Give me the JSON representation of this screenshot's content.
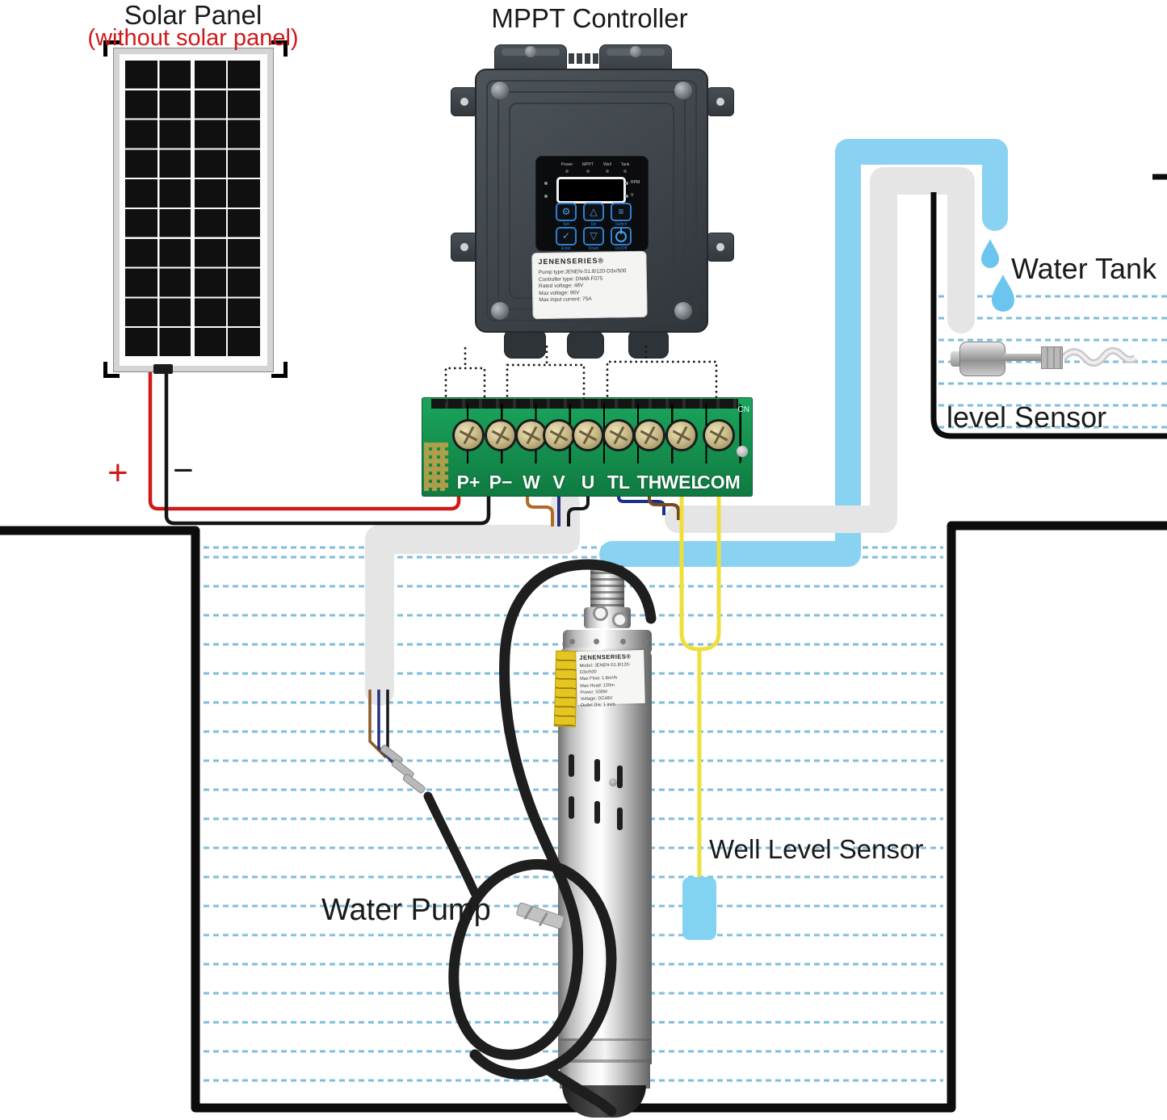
{
  "solar": {
    "title": "Solar Panel",
    "subtitle": "(without solar panel)",
    "plus": "+",
    "minus": "−"
  },
  "controller": {
    "title": "MPPT Controller",
    "leds": [
      "Power",
      "MPPT",
      "Well",
      "Tank"
    ],
    "side_right": [
      "RPM",
      "V"
    ],
    "buttons": [
      {
        "icon": "⚙",
        "label": "Set"
      },
      {
        "icon": "△",
        "label": "Up"
      },
      {
        "icon": "≡",
        "label": "Switch"
      },
      {
        "icon": "✓",
        "label": "Enter"
      },
      {
        "icon": "▽",
        "label": "Down"
      },
      {
        "icon": "",
        "label": "On/Off"
      }
    ],
    "spec_label": {
      "brand": "JENENSERIES®",
      "lines": [
        "Pump type:JENEN-S1.8/120-D3x/500",
        "Controller type: DN48-F075",
        "Rated voltage: 48V",
        "Max voltage: 96V",
        "Max input current: 75A"
      ]
    }
  },
  "terminal_block": {
    "labels": [
      "P+",
      "P−",
      "W",
      "V",
      "U",
      "TL",
      "TH",
      "WEL",
      "COM"
    ],
    "marking": "CN"
  },
  "pump": {
    "caption": "Water Pump",
    "label": {
      "brand": "JENENSERIES®",
      "lines": [
        "Model: JENEN-S1.8/120-D3x/500",
        "Max Flow: 1.8m³/h",
        "Max Head: 120m",
        "Power: 500W",
        "Voltage: DC48V",
        "Outlet Dia: 1 inch"
      ]
    }
  },
  "tank": {
    "caption": "Water Tank",
    "sensor_caption": "level Sensor"
  },
  "well": {
    "sensor_caption": "Well Level Sensor"
  },
  "colors": {
    "water_pipe_blue": "#8ad2f2",
    "pipe_gray": "#e5e5e5",
    "wire_red": "#d01818",
    "wire_black": "#151515",
    "wire_yellow": "#efdf3a",
    "wire_brown": "#8a5a28",
    "wire_navy": "#27307c",
    "pcb_green": "#13914f",
    "water_dash": "#7fbeda",
    "float_blue": "#82d2f2"
  }
}
